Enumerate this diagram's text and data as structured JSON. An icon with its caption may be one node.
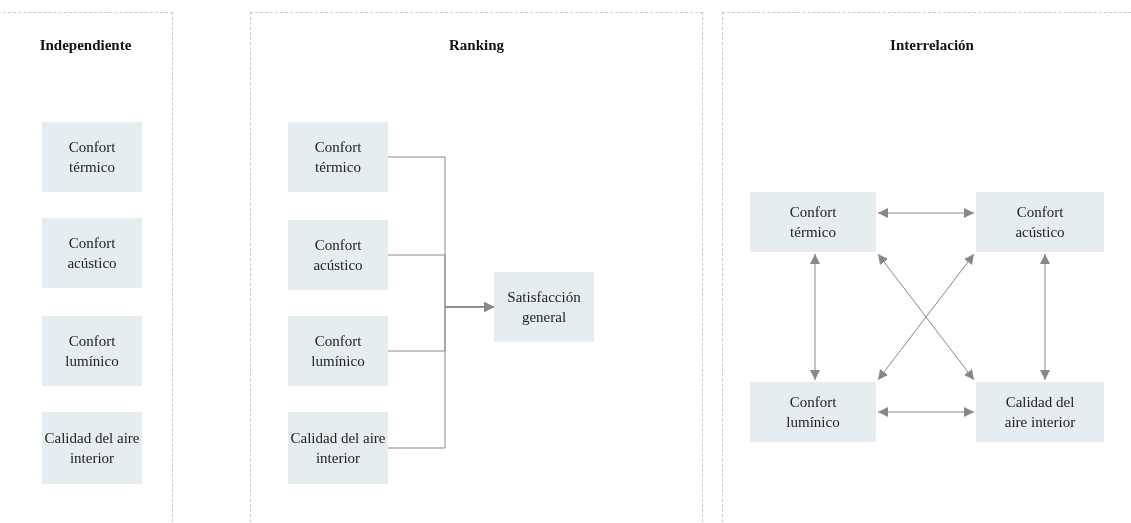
{
  "diagram": {
    "nodes": [
      {
        "text": [
          "Independiente"
        ]
      },
      {
        "text": [
          "Confort térmico"
        ],
        "in": 0
      },
      {
        "text": [
          "Confort acústico"
        ],
        "in": 0
      },
      {
        "text": [
          "Confort lumínico"
        ],
        "in": 0
      },
      {
        "text": [
          "Calidad del aire interior"
        ],
        "in": 0
      },
      {
        "text": [
          "Ranking"
        ]
      },
      {
        "text": [
          "Confort térmico"
        ],
        "in": 5
      },
      {
        "text": [
          "Confort acústico"
        ],
        "in": 5
      },
      {
        "text": [
          "Confort lumínico"
        ],
        "in": 5
      },
      {
        "text": [
          "Calidad del aire interior"
        ],
        "in": 5
      },
      {
        "text": [
          "Satisfacción general"
        ],
        "in": 5
      },
      {
        "text": [
          "Interrelación"
        ]
      },
      {
        "text": [
          "Confort térmico"
        ],
        "in": 11
      },
      {
        "text": [
          "Confort acústico"
        ],
        "in": 11
      },
      {
        "text": [
          "Confort lumínico"
        ],
        "in": 11
      },
      {
        "text": [
          "Calidad del aire interior"
        ],
        "in": 11
      }
    ],
    "edges": [
      {
        "from": 6,
        "to": 10,
        "arrow": "to"
      },
      {
        "from": 7,
        "to": 10,
        "arrow": "to"
      },
      {
        "from": 8,
        "to": 10,
        "arrow": "to"
      },
      {
        "from": 9,
        "to": 10,
        "arrow": "to"
      },
      {
        "from": 12,
        "to": 13,
        "arrow": "both"
      },
      {
        "from": 14,
        "to": 15,
        "arrow": "both"
      },
      {
        "from": 12,
        "to": 14,
        "arrow": "both"
      },
      {
        "from": 13,
        "to": 15,
        "arrow": "both"
      },
      {
        "from": 12,
        "to": 15,
        "arrow": "both"
      },
      {
        "from": 13,
        "to": 14,
        "arrow": "both"
      }
    ]
  }
}
